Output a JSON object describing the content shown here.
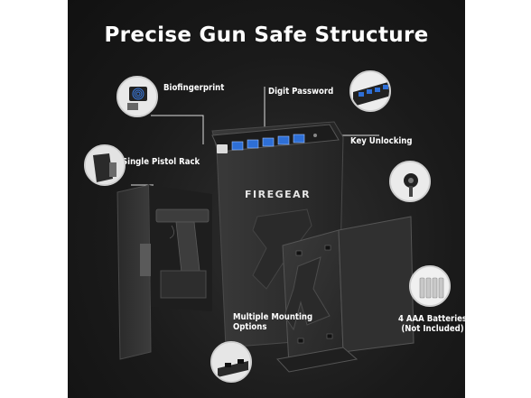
{
  "title": "Precise Gun Safe Structure",
  "labels": {
    "biofingerprint": "Biofingerprint",
    "digit_password": "Digit Password",
    "key_unlocking": "Key Unlocking",
    "single_pistol_rack": "Single Pistol Rack",
    "mounting_line1": "Multiple Mounting",
    "mounting_line2": "Options",
    "batteries_line1": "4 AAA Batteries",
    "batteries_line2": "(Not Included)"
  },
  "brand": "FIREGEAR",
  "colors": {
    "background": "#1a1a1a",
    "safe_body": "#2b2b2b",
    "keypad_blue": "#2e6fd6",
    "text": "#ffffff"
  },
  "icons": [
    "fingerprint-sensor-icon",
    "keypad-icon",
    "key-lock-icon",
    "pistol-rack-icon",
    "mounting-hole-icon",
    "batteries-icon"
  ]
}
